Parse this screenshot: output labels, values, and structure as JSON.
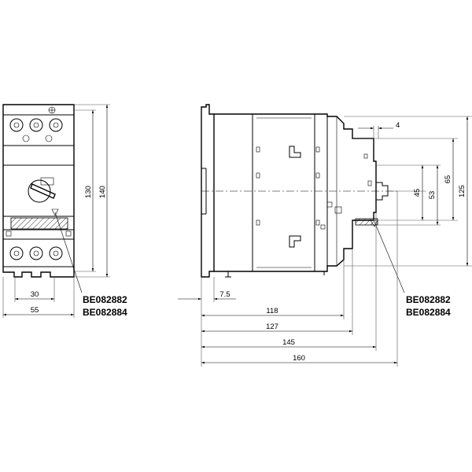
{
  "front_view": {
    "width_dim_inner": "30",
    "width_dim_outer": "55",
    "height_dim_inner": "130",
    "height_dim_outer": "140",
    "refs": [
      "BE082882",
      "BE082884"
    ]
  },
  "side_view": {
    "dim_top": "4",
    "dim_offset": "7.5",
    "depths": [
      "118",
      "127",
      "145",
      "160"
    ],
    "heights": [
      "45",
      "53",
      "65",
      "125"
    ],
    "refs": [
      "BE082882",
      "BE082884"
    ]
  }
}
